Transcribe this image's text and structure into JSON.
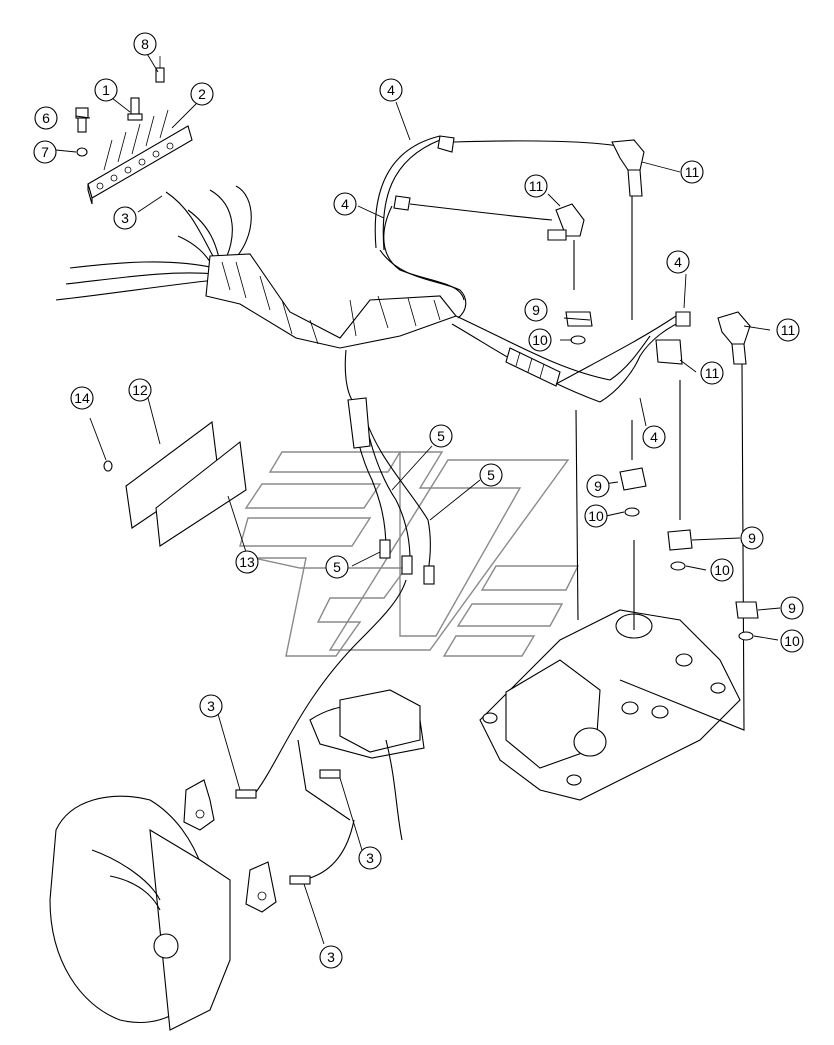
{
  "diagram": {
    "type": "exploded parts diagram",
    "callouts": [
      {
        "label": "1"
      },
      {
        "label": "2"
      },
      {
        "label": "3"
      },
      {
        "label": "3"
      },
      {
        "label": "3"
      },
      {
        "label": "3"
      },
      {
        "label": "4"
      },
      {
        "label": "4"
      },
      {
        "label": "4"
      },
      {
        "label": "4"
      },
      {
        "label": "5"
      },
      {
        "label": "5"
      },
      {
        "label": "5"
      },
      {
        "label": "6"
      },
      {
        "label": "7"
      },
      {
        "label": "8"
      },
      {
        "label": "9"
      },
      {
        "label": "9"
      },
      {
        "label": "9"
      },
      {
        "label": "9"
      },
      {
        "label": "10"
      },
      {
        "label": "10"
      },
      {
        "label": "10"
      },
      {
        "label": "10"
      },
      {
        "label": "11"
      },
      {
        "label": "11"
      },
      {
        "label": "11"
      },
      {
        "label": "11"
      },
      {
        "label": "12"
      },
      {
        "label": "13"
      },
      {
        "label": "14"
      }
    ]
  }
}
